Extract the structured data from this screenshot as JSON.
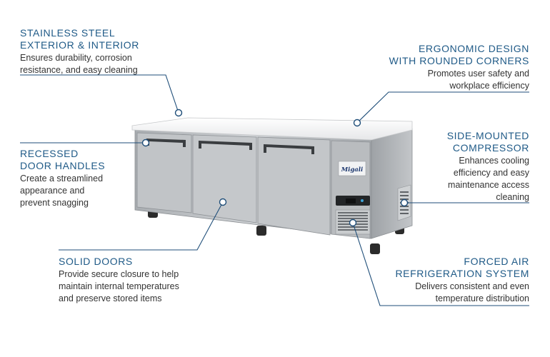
{
  "features": [
    {
      "id": "stainless",
      "title_lines": [
        "STAINLESS STEEL",
        "EXTERIOR & INTERIOR"
      ],
      "desc_lines": [
        "Ensures durability, corrosion",
        "resistance, and easy cleaning"
      ]
    },
    {
      "id": "ergonomic",
      "title_lines": [
        "ERGONOMIC DESIGN",
        "WITH ROUNDED CORNERS"
      ],
      "desc_lines": [
        "Promotes user safety and",
        "workplace efficiency"
      ]
    },
    {
      "id": "handles",
      "title_lines": [
        "RECESSED",
        "DOOR HANDLES"
      ],
      "desc_lines": [
        "Create a streamlined",
        "appearance and",
        "prevent snagging"
      ]
    },
    {
      "id": "compressor",
      "title_lines": [
        "SIDE-MOUNTED",
        "COMPRESSOR"
      ],
      "desc_lines": [
        "Enhances cooling",
        "efficiency and easy",
        "maintenance access",
        "cleaning"
      ]
    },
    {
      "id": "doors",
      "title_lines": [
        "SOLID DOORS"
      ],
      "desc_lines": [
        "Provide secure closure to help",
        "maintain internal temperatures",
        "and preserve stored items"
      ]
    },
    {
      "id": "forced-air",
      "title_lines": [
        "FORCED AIR",
        "REFRIGERATION SYSTEM"
      ],
      "desc_lines": [
        "Delivers consistent and even",
        "temperature distribution"
      ]
    }
  ],
  "product": {
    "brand": "Migali"
  },
  "colors": {
    "accent": "#1f5a87",
    "text": "#333333",
    "leader": "#1f4e79"
  }
}
